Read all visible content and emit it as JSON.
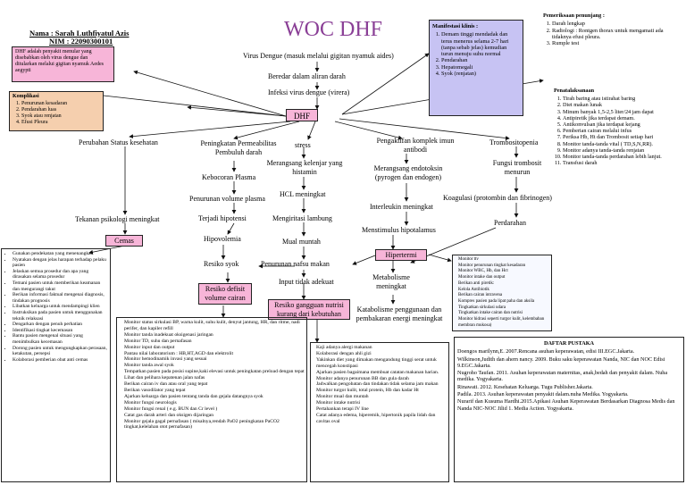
{
  "title": "WOC DHF",
  "student": {
    "name": "Nama : Sarah Luthfiyatul Azis",
    "nim": "NIM : 22090300101"
  },
  "definition": "DHF adalah penyakit menular yang disebabkan oleh virus dengue dan ditularkan melalui gigitan nyamuk Aedes aegypti",
  "complications": {
    "title": "Komplikasi",
    "items": [
      "Penurunan kesadaran",
      "Pendarahan luas",
      "Syok atau renjatan",
      "Efusi Pleura"
    ]
  },
  "clinical": {
    "title": "Manifestasi klinis :",
    "items": [
      "Demam tinggi mendadak dan terus menerus selama 2-7 hari (tanpa sebab jelas) kemudian turun menuju suhu normal",
      "Pendarahan",
      "Hepatomegali",
      "Syok (renjatan)"
    ]
  },
  "exams": {
    "title": "Pemeriksaan penunjang :",
    "items": [
      "Darah lengkap",
      "Radiologi : Rontgen thorax untuk mengamati ada tidaknya efusi pleura.",
      "Rumple test"
    ]
  },
  "management": {
    "title": "Penatalaksanaan",
    "items": [
      "Tirah baring atau istirahat baring",
      "Diet makan lunak",
      "Minum banyak 1,5-2,5 liter/24 jam dapat",
      "Antipiretik jika terdapat demam.",
      "Antikonvulsan jika terdapat kejang",
      "Pemberian cairan melalui infus",
      "Periksa Hb, Ht dan Trombosit setiap hari",
      "Monitor tanda-tanda vital ( TD,S,N,RR).",
      "Monitor adanya tanda-tanda renjatan",
      "Monitor tanda-tanda perdarahan lebih lanjut.",
      "Transfusi darah"
    ]
  },
  "flow": {
    "virus": "Virus Dengue (masuk melalui gigitan nyamuk aides)",
    "blood": "Beredar dalam aliran darah",
    "infection": "Infeksi virus dengue (virera)",
    "dhf": "DHF",
    "status": "Perubahan Status kesehatan",
    "perm": "Peningkatan Permeabilitas Pembuluh darah",
    "stress": "stress",
    "antigen": "Pengaktifan komplek imun antibodi",
    "thrombo": "Trombositopenia",
    "acid": "Merangsang kelenjar yang histamin",
    "endotoxin": "Merangsang endotoksin (pyrogen dan endogen)",
    "platelet": "Fungsi trombosit menurun",
    "leak": "Kebocoran Plasma",
    "hcl": "HCL meningkat",
    "interleukin": "Interleukin meningkat",
    "coag": "Koagulasi (protombin dan fibrinogen)",
    "volume": "Penurunan volume plasma",
    "irritation": "Mengiritasi lambung",
    "hypothal": "Menstimulus hipotalamus",
    "bleeding": "Perdarahan",
    "hypo": "Terjadi hipotensi",
    "nausea": "Mual muntah",
    "hypovol": "Hipovolemia",
    "shock": "Resiko syok",
    "appetite": "Penurunan nafsu makan",
    "intake": "Input tidak adekuat",
    "psych": "Tekanan psikologi meningkat",
    "anxiety": "Cemas",
    "fluid_risk": "Resiko defisit volume cairan",
    "nutrition": "Resiko gangguan nutrisi kurang dari kebutuhan",
    "hyperthermia": "Hipertermi",
    "metabolism": "Metabolisme meningkat",
    "catabolism": "Katabolisme penggunaan dan pembakaran energi meningkat"
  },
  "anxiety_interventions": [
    "Gunakan pendekatan yang menenangkan",
    "Nyatakan dengan jelas harapan terhadap pelaku pasien",
    "Jelaskan semua prosedur dan apa yang dirasakan selama prosedur",
    "Temani pasien untuk memberikan keamanan dan mengurangi takut",
    "Berikan informasi faktual mengenai diagnosis, tindakan prognosis",
    "Libatkan keluarga untuk mendampingi klien",
    "Instruksikan pada pasien untuk menggunakan teknik relaksasi",
    "Dengarkan dengan penuh perhatian",
    "Identifikasi tingkat kecemasan",
    "Bantu pasien mengenal situasi yang menimbulkan kecemasan",
    "Dorong pasien untuk mengungkapkan perasaan, ketakutan, persepsi",
    "Kolaborasi pemberian obat anti cemas"
  ],
  "shock_interventions": [
    "Monitor status sirkulasi BP, warna kulit, suhu kulit, denyut jantung, HR, dan ritme, nadi perifer, dan kapiler refill",
    "Monitor tanda inadekuat oksigenasi jaringan",
    "Monitor TD, suhu dan pernafasan",
    "Monitor input dan output",
    "Pantau nilai laboratorium : HB,HT,AGD dan elektrolit",
    "Monitor hemodinamik invasi yang sesuai",
    "Monitor tanda awal syok",
    "Tempatkan pasien pada posisi supine,kaki elevasi untuk peningkatan preload dengan tepat",
    "Lihat dan pelihara kepatenan jalan nafas",
    "Berikan cairan iv dan atau oral yang tepat",
    "Berikan vasodilator yang tepat",
    "Ajarkan keluarga dan pasien tentang tanda dan gejala datangnya syok",
    "Monitor fungsi neurologis",
    "Monitor fungsi renal ( e.g. BUN dan Cr level )",
    "Catat gas darah arteri dan oksigen dijaringan",
    "Monitor gejala gagal pernafasan ( misalnya,rendah PaO2 peningkatan PaCO2 tingkat,kelelahan otot pernafasan)"
  ],
  "nutrition_interventions": [
    "Kaji adanya alergi makanan",
    "Kolaborasi dengan ahli gizi",
    "Yakinkan diet yang dimakan mengandung tinggi serat untuk mencegah konstipasi",
    "Ajarkan pasien bagaimana membuat catatan makanan harian.",
    "Monitor adanya penurunan BB dan gula darah",
    "Jadwalkan pengobatan dan tindakan tidak selama jam makan",
    "Monitor turgor kulit, total protein, Hb dan kadar Ht",
    "Monitor mual dan muntah",
    "Monitor intake nutrisi",
    "Pertahankan terapi IV line",
    "Catat adanya edema, hiperemik, hipertonik papila lidah dan cavitas oval"
  ],
  "hyperthermia_interventions": [
    "Monitor ttv",
    "Monitor penurunan tingkat kesadaran",
    "Monitor WBC, Hb, dan Hct",
    "Monitor intake dan output",
    "Berikan anti piretik:",
    "Kelola Antibiotik",
    "Berikan cairan intravena",
    "Kompres pasien pada lipat paha dan aksila",
    "Tingkatkan sirkulasi udara",
    "Tingkatkan intake cairan dan nutrisi",
    "Monitor hidrasi seperti turgor kulit, kelembaban membran mukosa)"
  ],
  "references": {
    "title": "DAFTAR PUSTAKA",
    "items": [
      "Doengos marilynn,E. 2007.Rencana asuhan keperawatan, edisi III.EGC.Jakarta.",
      "Wilkinson,Judith dan ahern nancy. 2009. Buku saku keperawatan Nanda, NIC dan NOC Edisi 9.EGC.Jakarta.",
      "Nugroho Taufan. 2011. Asuhan keperawatan maternitas, anak,bedah dan penyakit dalam. Nuha medika. Yogyakarta.",
      "Rinawati. 2012. Kesehatan Keluarga. Tugu Publisher.Jakarta.",
      "Padila. 2013. Asuhan keperawatan penyakit dalam.nuha Medika. Yogyakarta.",
      "Nurarif dan Kusuma Hardhi.2015.Apikasi Asuhan Keperawatan Berdasarkan Diagnosa Medis dan Nanda NIC-NOC Jilid 1. Media Action. Yogyakarta."
    ]
  },
  "colors": {
    "pink": "#f7b5d8",
    "lavender": "#c7c3f3",
    "peach": "#f5cfae",
    "title": "#8a3f96",
    "bluebox": "#dde7f5"
  }
}
